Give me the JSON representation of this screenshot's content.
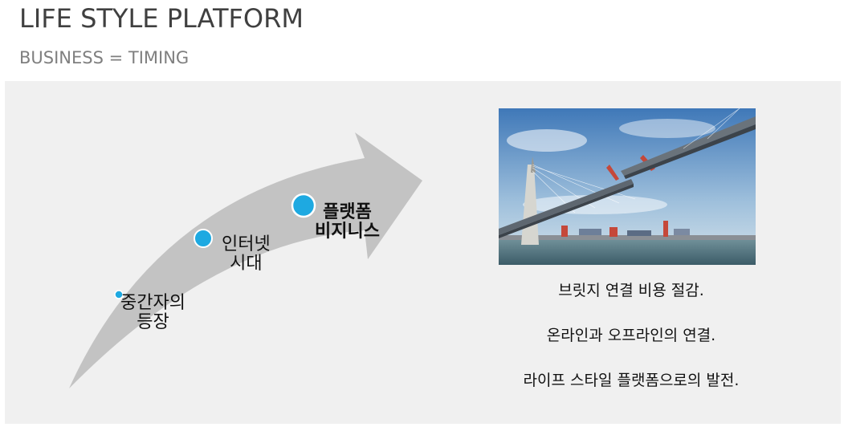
{
  "header": {
    "title": "LIFE STYLE PLATFORM",
    "subtitle": "BUSINESS = TIMING"
  },
  "diagram": {
    "stages": [
      {
        "line1": "중간자의",
        "line2": "등장"
      },
      {
        "line1": "인터넷",
        "line2": "시대"
      },
      {
        "line1": "플랫폼",
        "line2": "비지니스"
      }
    ],
    "dot_color": "#1ea9e1",
    "arrow_color": "#c3c3c3"
  },
  "image": {
    "icon": "bridge-photo"
  },
  "points": [
    "브릿지 연결 비용 절감.",
    "온라인과 오프라인의 연결.",
    "라이프 스타일 플랫폼으로의 발전."
  ],
  "colors": {
    "panel": "#f0f0f0",
    "title": "#404040",
    "subtitle": "#7f7f7f"
  }
}
